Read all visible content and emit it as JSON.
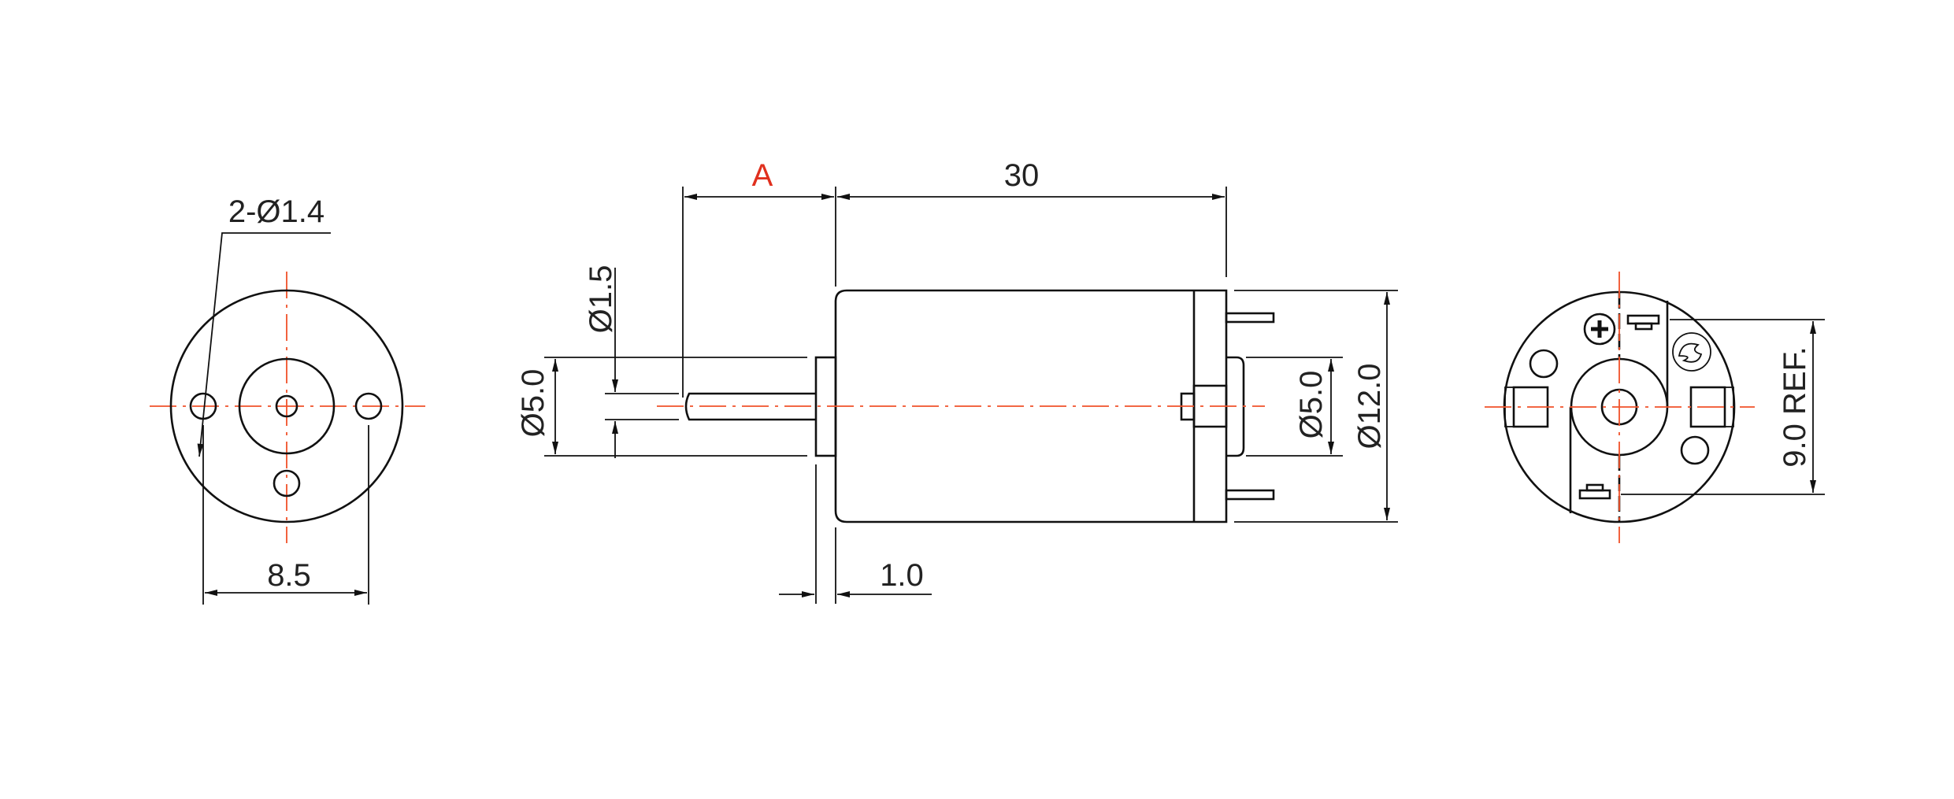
{
  "drawing": {
    "front_view": {
      "holes_label": "2-Ø1.4",
      "hole_spacing_label": "8.5"
    },
    "side_view": {
      "shaft_length_label": "A",
      "body_length_label": "30",
      "shaft_diameter_label": "Ø1.5",
      "flange_diameter_label": "Ø5.0",
      "flange_thickness_label": "1.0",
      "rear_boss_diameter_label": "Ø5.0",
      "body_diameter_label": "Ø12.0"
    },
    "rear_view": {
      "terminal_spacing_label": "9.0 REF."
    },
    "colors": {
      "line": "#111111",
      "centerline": "#f0522a",
      "highlight": "#e0301e"
    }
  }
}
